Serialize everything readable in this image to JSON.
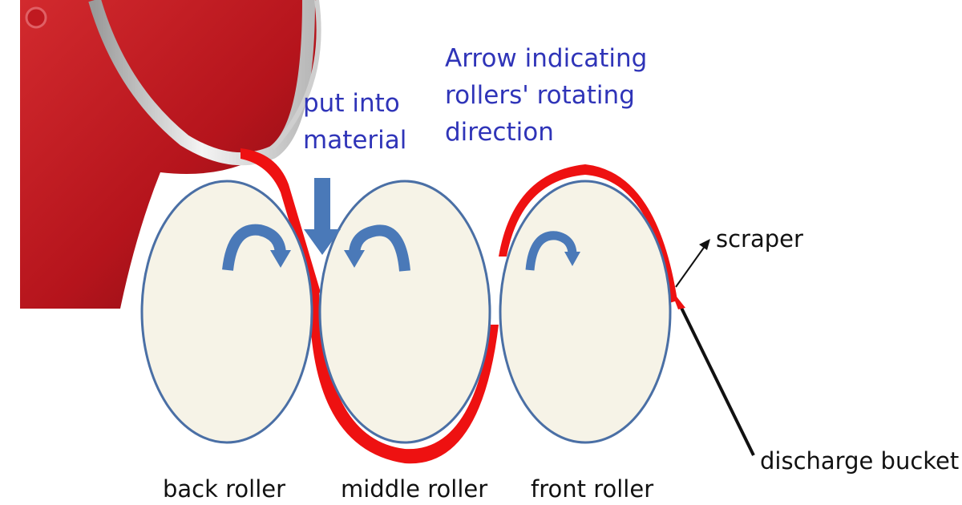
{
  "labels": {
    "put_into_material": [
      "put into",
      "material"
    ],
    "arrow_indicating": [
      "Arrow indicating",
      "rollers' rotating",
      "direction"
    ],
    "scraper": "scraper",
    "discharge_bucket": "discharge bucket",
    "back_roller": "back roller",
    "middle_roller": "middle roller",
    "front_roller": "front roller"
  },
  "colors": {
    "roller_fill": "#f6f3e7",
    "roller_stroke": "#4a6fa5",
    "material_red": "#ee1111",
    "bucket_red": "#b3131b",
    "arrow_blue": "#4a79b8",
    "label_blue": "#2f34b8"
  }
}
